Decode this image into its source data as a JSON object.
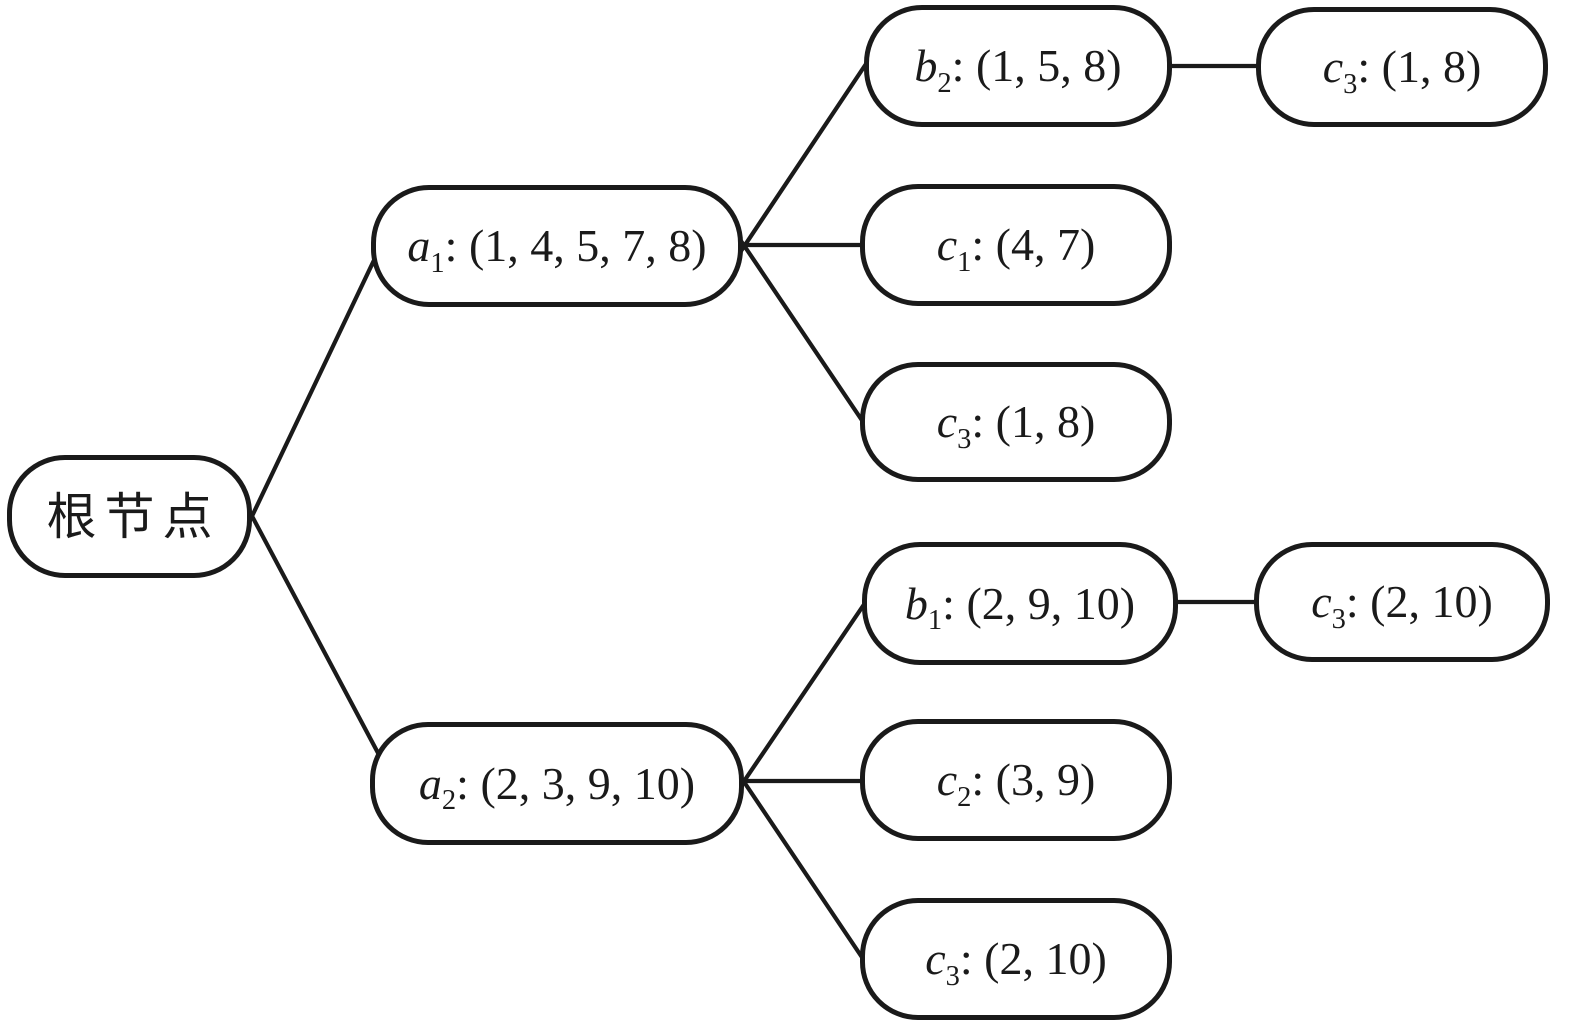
{
  "diagram": {
    "background_color": "#ffffff",
    "stroke_color": "#1a1a1a",
    "nodes": {
      "root": {
        "label": "根节点"
      },
      "a1": {
        "letter": "a",
        "sub": "1",
        "rest": ": (1, 4, 5, 7, 8)"
      },
      "b2": {
        "letter": "b",
        "sub": "2",
        "rest": ": (1, 5, 8)"
      },
      "c3_top": {
        "letter": "c",
        "sub": "3",
        "rest": ": (1, 8)"
      },
      "c1": {
        "letter": "c",
        "sub": "1",
        "rest": ": (4, 7)"
      },
      "c3_a1": {
        "letter": "c",
        "sub": "3",
        "rest": ": (1, 8)"
      },
      "a2": {
        "letter": "a",
        "sub": "2",
        "rest": ": (2, 3, 9, 10)"
      },
      "b1": {
        "letter": "b",
        "sub": "1",
        "rest": ": (2, 9, 10)"
      },
      "c3_b1": {
        "letter": "c",
        "sub": "3",
        "rest": ": (2, 10)"
      },
      "c2": {
        "letter": "c",
        "sub": "2",
        "rest": ": (3, 9)"
      },
      "c3_a2": {
        "letter": "c",
        "sub": "3",
        "rest": ": (2, 10)"
      }
    },
    "edges": [
      {
        "from": "root",
        "to": "a1"
      },
      {
        "from": "root",
        "to": "a2"
      },
      {
        "from": "a1",
        "to": "b2"
      },
      {
        "from": "a1",
        "to": "c1"
      },
      {
        "from": "a1",
        "to": "c3_a1"
      },
      {
        "from": "b2",
        "to": "c3_top"
      },
      {
        "from": "a2",
        "to": "b1"
      },
      {
        "from": "a2",
        "to": "c2"
      },
      {
        "from": "a2",
        "to": "c3_a2"
      },
      {
        "from": "b1",
        "to": "c3_b1"
      }
    ]
  }
}
